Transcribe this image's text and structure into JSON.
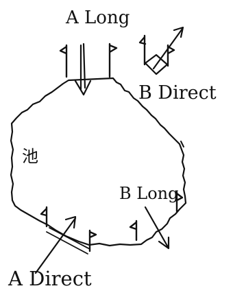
{
  "labels": {
    "a_long": "A Long",
    "b_direct": "B Direct",
    "b_long": "B Long",
    "a_direct": "A Direct",
    "pond": "池"
  },
  "colors": {
    "ink": "#111111",
    "background": "#ffffff"
  }
}
